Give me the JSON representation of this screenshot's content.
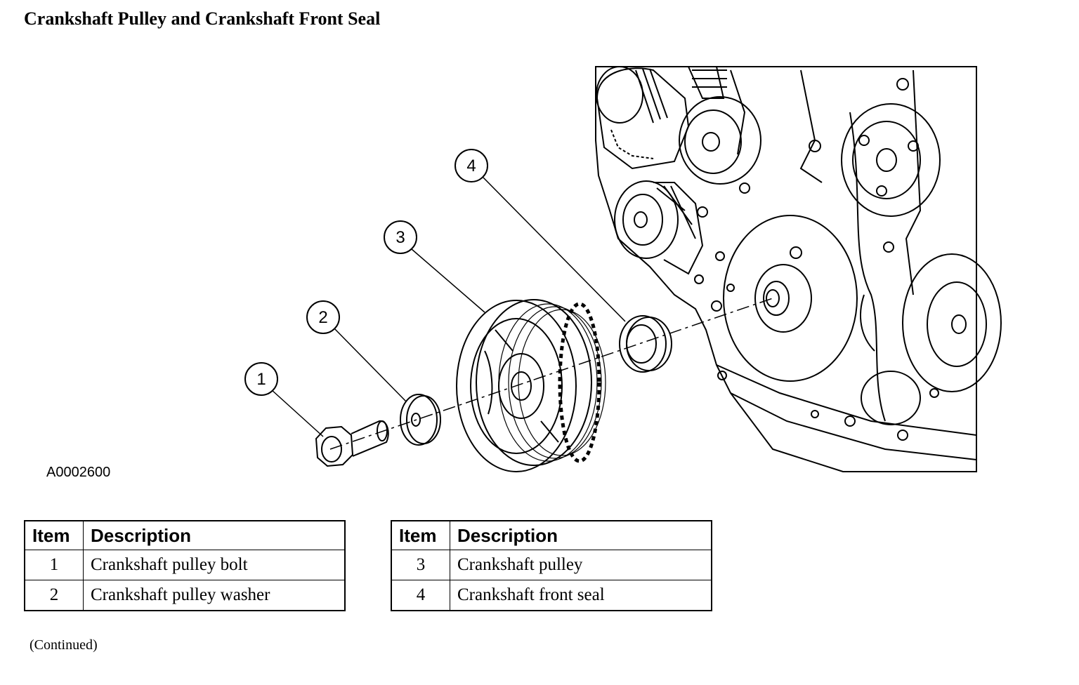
{
  "page": {
    "title": "Crankshaft Pulley and Crankshaft Front Seal",
    "figure_id": "A0002600",
    "continued": "(Continued)"
  },
  "callouts": [
    "1",
    "2",
    "3",
    "4"
  ],
  "tables": [
    {
      "headers": [
        "Item",
        "Description"
      ],
      "rows": [
        {
          "item": "1",
          "description": "Crankshaft pulley bolt"
        },
        {
          "item": "2",
          "description": "Crankshaft pulley washer"
        }
      ]
    },
    {
      "headers": [
        "Item",
        "Description"
      ],
      "rows": [
        {
          "item": "3",
          "description": "Crankshaft pulley"
        },
        {
          "item": "4",
          "description": "Crankshaft front seal"
        }
      ]
    }
  ]
}
